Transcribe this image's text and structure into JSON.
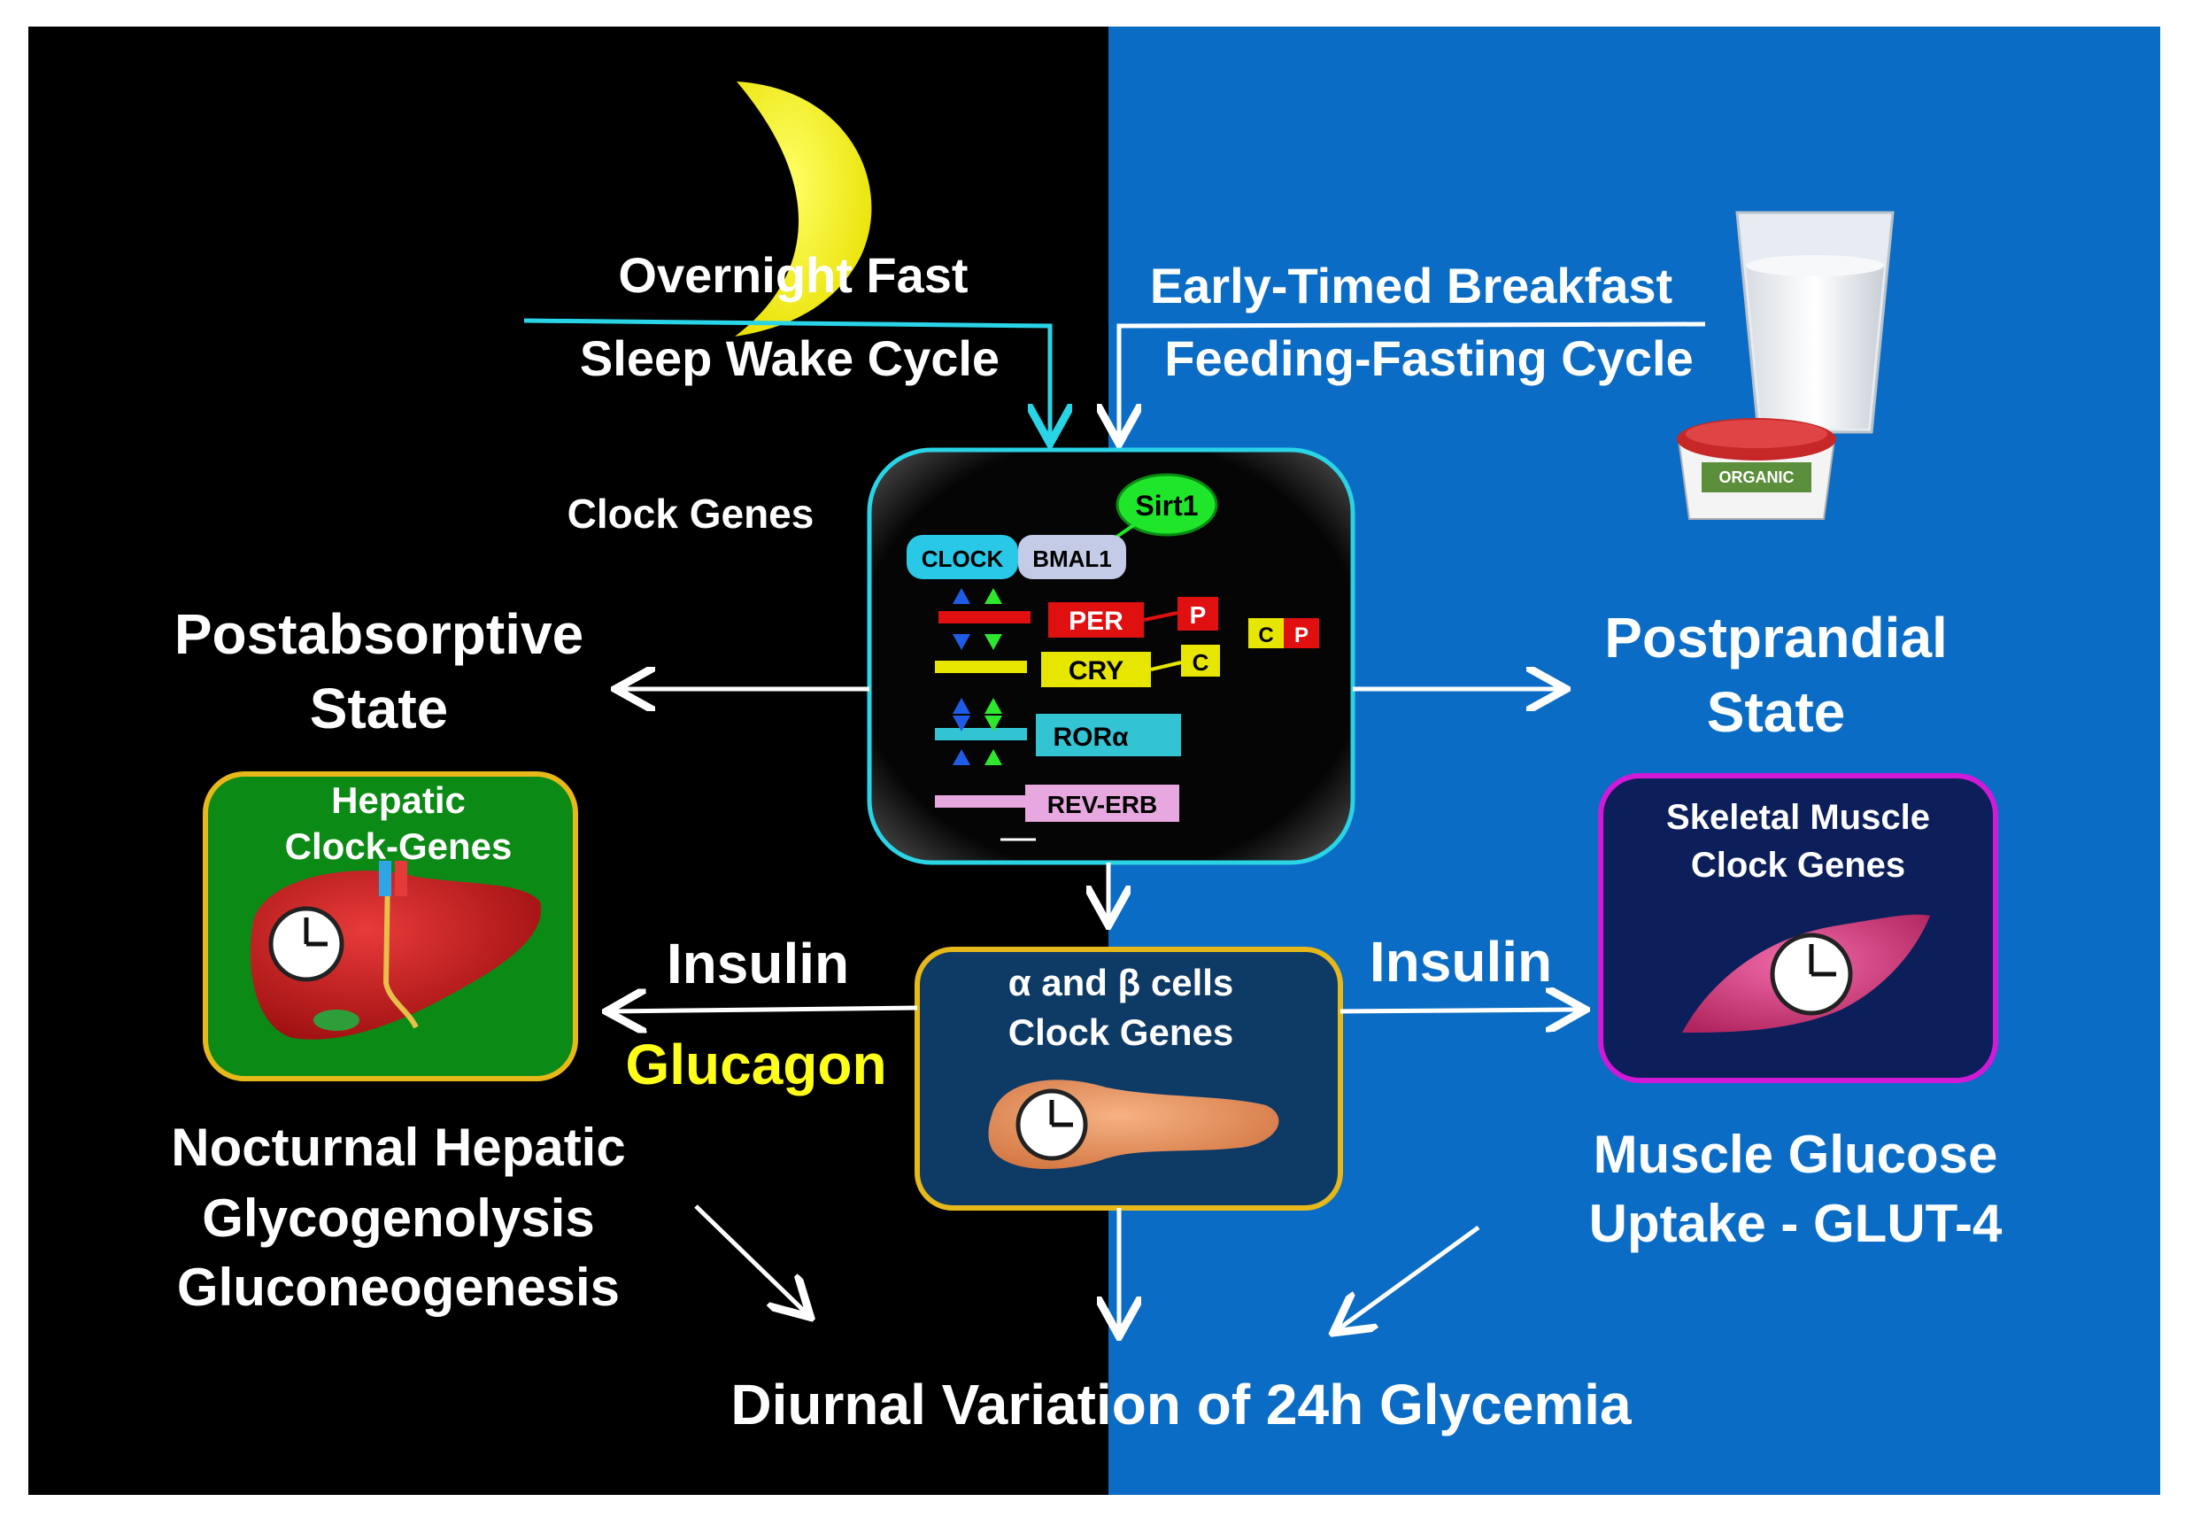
{
  "top_left": {
    "line1": "Overnight  Fast",
    "line2": "Sleep Wake Cycle"
  },
  "top_right": {
    "line1": "Early-Timed Breakfast",
    "line2": "Feeding-Fasting Cycle"
  },
  "clock_genes_label": "Clock Genes",
  "genes": {
    "clock": "CLOCK",
    "bmal1": "BMAL1",
    "sirt1": "Sirt1",
    "per": "PER",
    "cry": "CRY",
    "ror": "RORα",
    "reverb": "REV-ERB",
    "p": "P",
    "c": "C"
  },
  "postabsorptive": {
    "line1": "Postabsorptive",
    "line2": "State"
  },
  "postprandial": {
    "line1": "Postprandial",
    "line2": "State"
  },
  "hepatic": {
    "line1": "Hepatic",
    "line2": "Clock-Genes"
  },
  "muscle": {
    "line1": "Skeletal Muscle",
    "line2": "Clock Genes"
  },
  "pancreas": {
    "line1": "α  and  β cells",
    "line2": "Clock Genes"
  },
  "insulin_left": "Insulin",
  "glucagon": "Glucagon",
  "insulin_right": "Insulin",
  "nocturnal": {
    "line1": "Nocturnal Hepatic",
    "line2": "Glycogenolysis",
    "line3": "Gluconeogenesis"
  },
  "muscle_uptake": {
    "line1": "Muscle  Glucose",
    "line2": "Uptake -  GLUT-4"
  },
  "bottom": "Diurnal Variation of 24h Glycemia",
  "yogurt_label": "ORGANIC",
  "colors": {
    "night": "#000000",
    "day": "#0a6cc4",
    "glucagon": "#ffff1a",
    "cyan": "#29d4e6"
  }
}
